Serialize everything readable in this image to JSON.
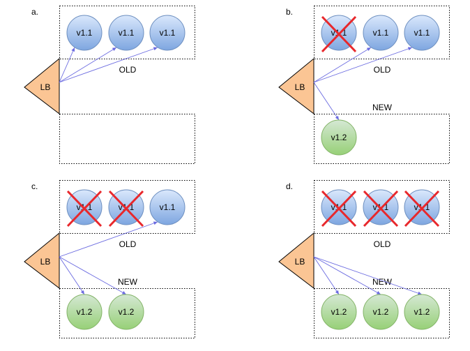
{
  "panels": [
    {
      "label": "a.",
      "lb_label": "LB",
      "old_label": "OLD",
      "new_label": "",
      "old_nodes": [
        {
          "label": "v1.1",
          "removed": false
        },
        {
          "label": "v1.1",
          "removed": false
        },
        {
          "label": "v1.1",
          "removed": false
        }
      ],
      "new_nodes": []
    },
    {
      "label": "b.",
      "lb_label": "LB",
      "old_label": "OLD",
      "new_label": "NEW",
      "old_nodes": [
        {
          "label": "v1.1",
          "removed": true
        },
        {
          "label": "v1.1",
          "removed": false
        },
        {
          "label": "v1.1",
          "removed": false
        }
      ],
      "new_nodes": [
        {
          "label": "v1.2"
        }
      ]
    },
    {
      "label": "c.",
      "lb_label": "LB",
      "old_label": "OLD",
      "new_label": "NEW",
      "old_nodes": [
        {
          "label": "v1.1",
          "removed": true
        },
        {
          "label": "v1.1",
          "removed": true
        },
        {
          "label": "v1.1",
          "removed": false
        }
      ],
      "new_nodes": [
        {
          "label": "v1.2"
        },
        {
          "label": "v1.2"
        }
      ]
    },
    {
      "label": "d.",
      "lb_label": "LB",
      "old_label": "OLD",
      "new_label": "NEW",
      "old_nodes": [
        {
          "label": "v1.1",
          "removed": true
        },
        {
          "label": "v1.1",
          "removed": true
        },
        {
          "label": "v1.1",
          "removed": true
        }
      ],
      "new_nodes": [
        {
          "label": "v1.2"
        },
        {
          "label": "v1.2"
        },
        {
          "label": "v1.2"
        }
      ]
    }
  ],
  "colors": {
    "lb_fill": "#fbc594",
    "old_node_top": "#dae8fc",
    "old_node_bottom": "#7ea6e0",
    "old_node_stroke": "#6c8ebf",
    "new_node_top": "#d5e8d4",
    "new_node_bottom": "#97d077",
    "new_node_stroke": "#82b366",
    "arrow": "#6a6ae0",
    "cross": "#e8282c"
  }
}
